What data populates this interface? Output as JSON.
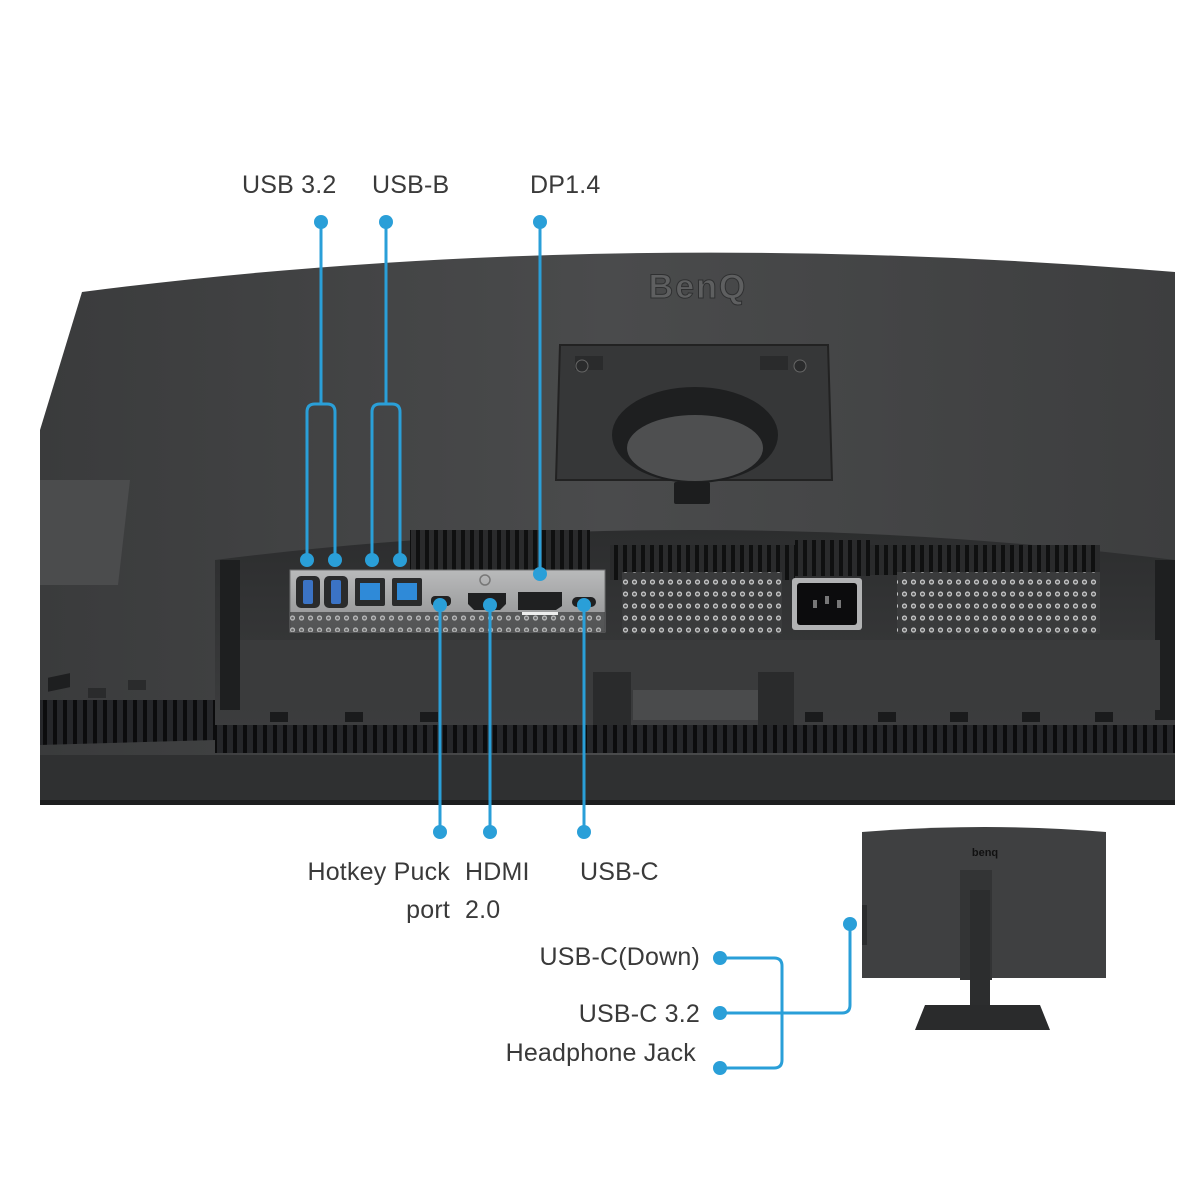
{
  "accent_color": "#2a9fd8",
  "brand": {
    "logo_text": "BenQ",
    "logo_text_small": "benq"
  },
  "main_view": {
    "description": "Rear view of monitor bottom I/O panel",
    "top_callouts": [
      {
        "id": "usb32",
        "label": "USB 3.2",
        "port_count": 2
      },
      {
        "id": "usbb",
        "label": "USB-B",
        "port_count": 2
      },
      {
        "id": "dp14",
        "label": "DP1.4",
        "port_count": 1
      }
    ],
    "bottom_callouts": [
      {
        "id": "hotkey",
        "label_line1": "Hotkey Puck",
        "label_line2": "port"
      },
      {
        "id": "hdmi",
        "label_line1": "HDMI",
        "label_line2": "2.0"
      },
      {
        "id": "usbc",
        "label_line1": "USB-C",
        "label_line2": ""
      }
    ],
    "power_socket": "AC power inlet"
  },
  "inset_view": {
    "description": "Full rear view of monitor on stand",
    "side_callouts": [
      {
        "id": "usbc_down",
        "label": "USB-C(Down)"
      },
      {
        "id": "usbc32",
        "label": "USB-C 3.2"
      },
      {
        "id": "headphone",
        "label": "Headphone Jack"
      }
    ]
  }
}
